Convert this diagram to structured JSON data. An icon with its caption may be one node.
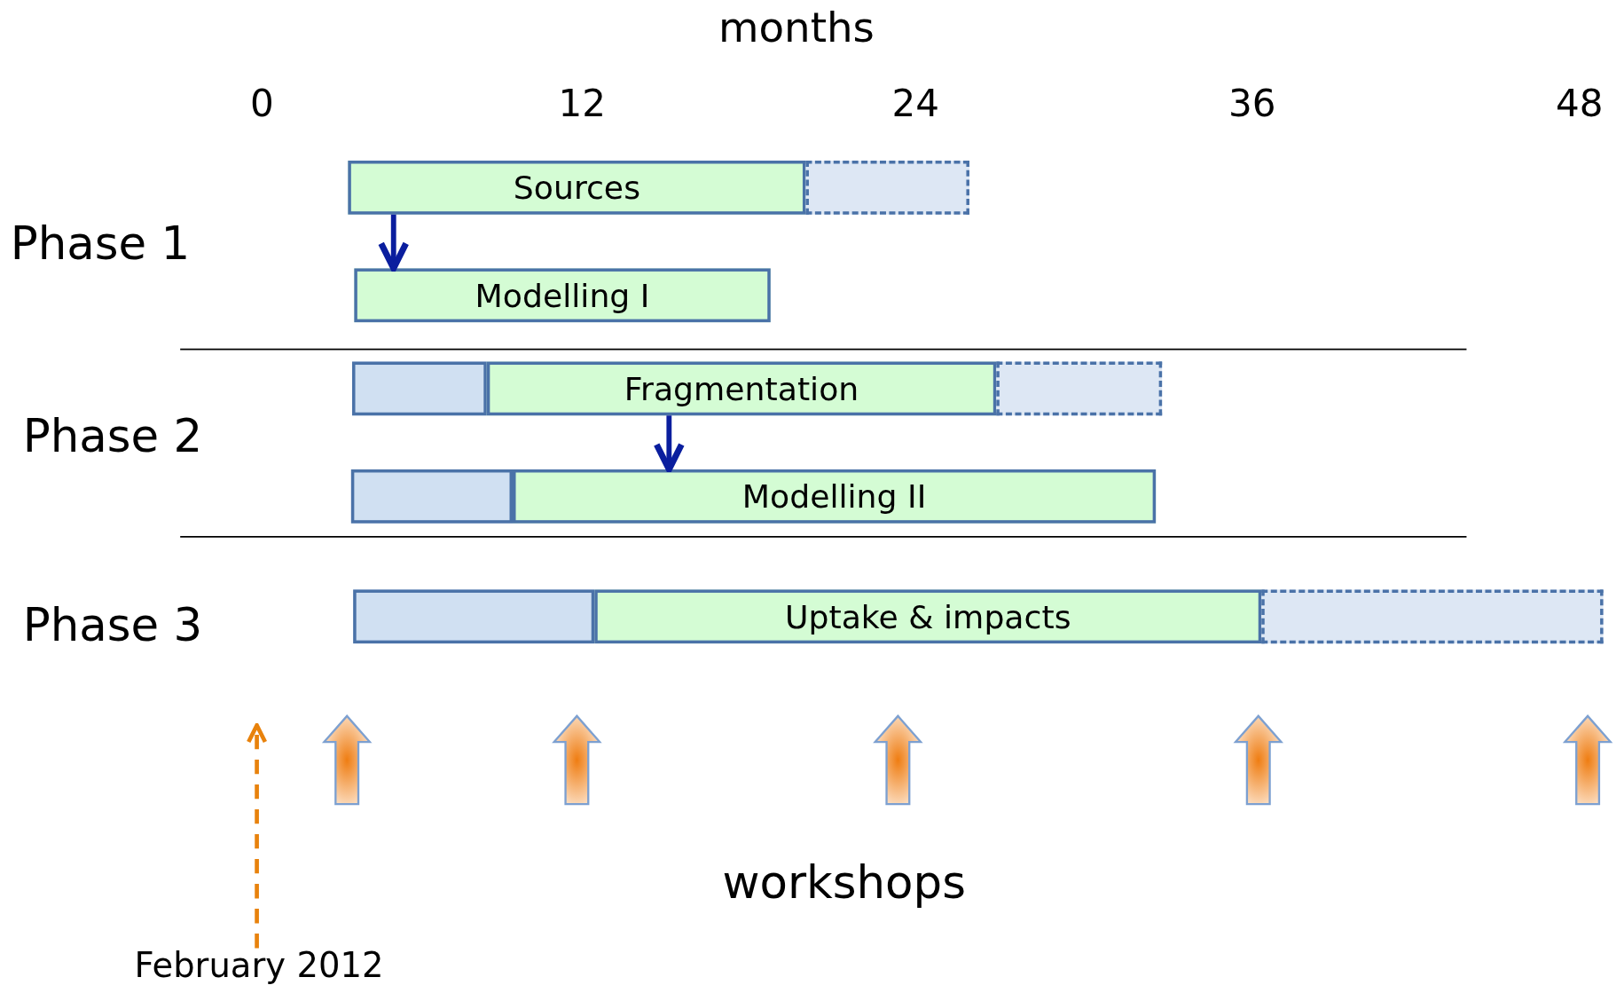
{
  "diagram": {
    "nodes": [
      {
        "text": [
          "Sources"
        ]
      },
      {
        "text": [],
        "shape": "bar"
      },
      {
        "text": [
          "Modelling I"
        ]
      },
      {
        "text": [],
        "shape": "bar"
      },
      {
        "text": [
          "Fragmentation"
        ]
      },
      {
        "text": [],
        "shape": "bar"
      },
      {
        "text": [],
        "shape": "bar"
      },
      {
        "text": [
          "Modelling II"
        ]
      },
      {
        "text": [],
        "shape": "bar"
      },
      {
        "text": [
          "Uptake & impacts"
        ]
      },
      {
        "text": [],
        "shape": "bar"
      },
      {
        "text": [
          "February 2012"
        ]
      }
    ],
    "edges": [
      {
        "from": 0,
        "to": 2,
        "arrow": "to"
      },
      {
        "from": 4,
        "to": 7,
        "arrow": "to"
      },
      {
        "from": 11,
        "to": null,
        "arrow": "to",
        "style": "dashed",
        "color": "#e8820c"
      }
    ],
    "labels": [
      "months",
      "0",
      "12",
      "24",
      "36",
      "48",
      "Phase 1",
      "Phase 2",
      "Phase 3",
      "workshops"
    ]
  }
}
